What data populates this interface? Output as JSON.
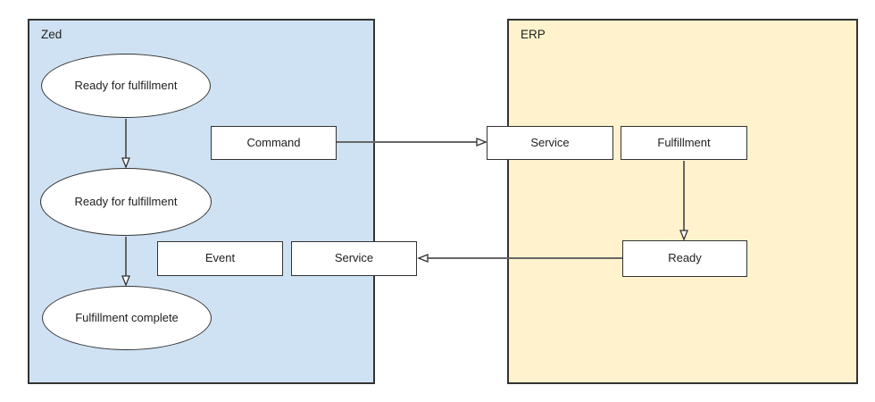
{
  "diagram_type": "flow-diagram",
  "colors": {
    "zed_fill": "#cfe2f3",
    "erp_fill": "#fff2cc",
    "node_fill": "#ffffff",
    "border": "#333333",
    "arrow": "#666666",
    "text": "#212121"
  },
  "containers": {
    "zed": {
      "label": "Zed"
    },
    "erp": {
      "label": "ERP"
    }
  },
  "nodes": {
    "state_ready_1": {
      "label": "Ready for fulfillment",
      "shape": "ellipse",
      "container": "zed"
    },
    "state_ready_2": {
      "label": "Ready for fulfillment",
      "shape": "ellipse",
      "container": "zed"
    },
    "state_complete": {
      "label": "Fulfillment complete",
      "shape": "ellipse",
      "container": "zed"
    },
    "command": {
      "label": "Command",
      "shape": "rect",
      "container": "zed"
    },
    "event": {
      "label": "Event",
      "shape": "rect",
      "container": "zed"
    },
    "zed_service": {
      "label": "Service",
      "shape": "rect",
      "container": "zed"
    },
    "erp_service": {
      "label": "Service",
      "shape": "rect",
      "container": "erp"
    },
    "erp_fulfillment": {
      "label": "Fulfillment",
      "shape": "rect",
      "container": "erp"
    },
    "erp_ready": {
      "label": "Ready",
      "shape": "rect",
      "container": "erp"
    }
  },
  "edges": [
    {
      "from": "state_ready_1",
      "to": "state_ready_2",
      "direction": "down",
      "arrowhead": "open-triangle"
    },
    {
      "from": "state_ready_2",
      "to": "state_complete",
      "direction": "down",
      "arrowhead": "open-triangle"
    },
    {
      "from": "command",
      "to": "erp_service",
      "direction": "right",
      "arrowhead": "open-triangle"
    },
    {
      "from": "erp_fulfillment",
      "to": "erp_ready",
      "direction": "down",
      "arrowhead": "open-triangle"
    },
    {
      "from": "erp_ready",
      "to": "zed_service",
      "direction": "left",
      "arrowhead": "open-triangle"
    }
  ]
}
